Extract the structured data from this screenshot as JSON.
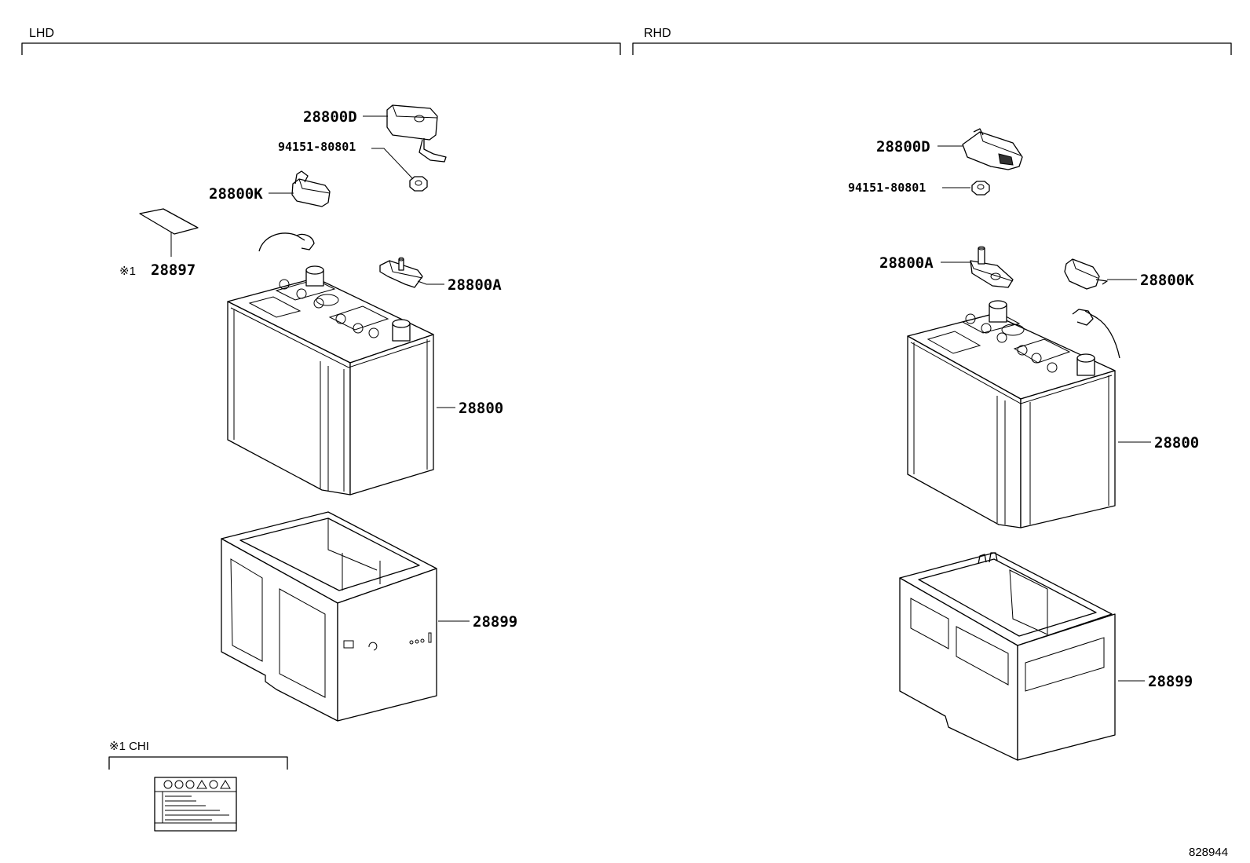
{
  "sections": {
    "lhd": {
      "header": "LHD"
    },
    "rhd": {
      "header": "RHD"
    },
    "note": {
      "header": "※1 CHI"
    }
  },
  "lhd_labels": {
    "cover_d": "28800D",
    "nut": "94151-80801",
    "cover_k": "28800K",
    "label_note": "※1",
    "label_part": "28897",
    "clamp_a": "28800A",
    "battery": "28800",
    "tray": "28899"
  },
  "rhd_labels": {
    "cover_d": "28800D",
    "nut": "94151-80801",
    "clamp_a": "28800A",
    "cover_k": "28800K",
    "battery": "28800",
    "tray": "28899"
  },
  "figure_id": "828944"
}
